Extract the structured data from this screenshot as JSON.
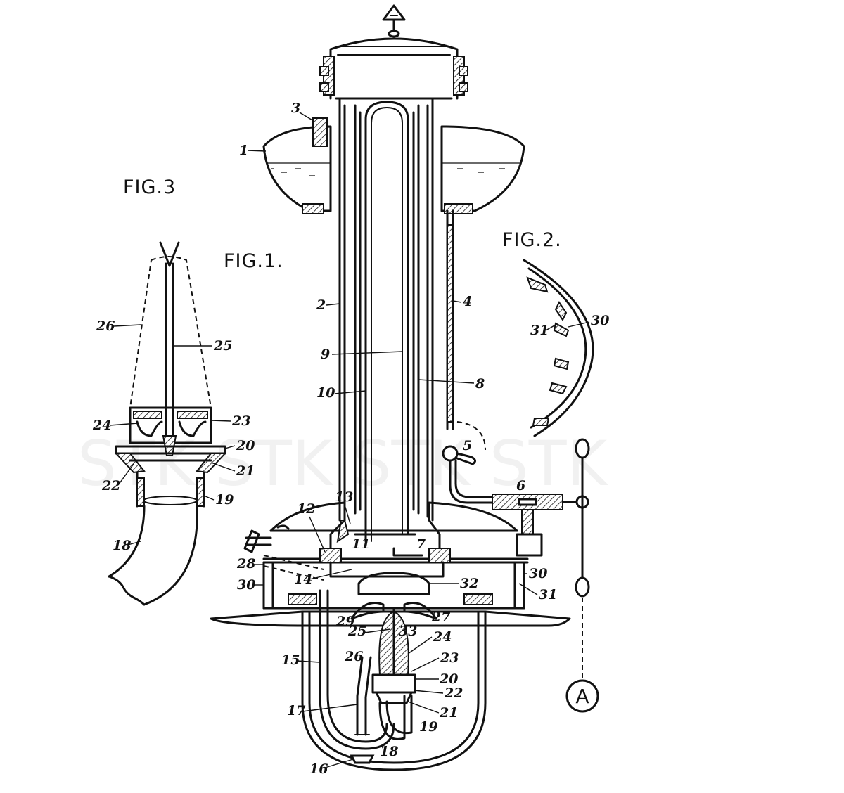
{
  "figures": {
    "fig1": "FIG.1.",
    "fig2": "FIG.2.",
    "fig3": "FIG.3"
  },
  "watermark": "STK STK STK STK",
  "badge_letter": "A",
  "labels": {
    "fig1": [
      "1",
      "2",
      "3",
      "4",
      "5",
      "6",
      "7",
      "8",
      "9",
      "10",
      "11",
      "12",
      "13",
      "14",
      "15",
      "16",
      "17",
      "18",
      "19",
      "20",
      "21",
      "22",
      "23",
      "24",
      "25",
      "26",
      "27",
      "28",
      "29",
      "30",
      "30",
      "31",
      "32",
      "33"
    ],
    "fig2": [
      "30",
      "31"
    ],
    "fig3": [
      "18",
      "19",
      "20",
      "21",
      "22",
      "23",
      "24",
      "25",
      "26"
    ]
  }
}
